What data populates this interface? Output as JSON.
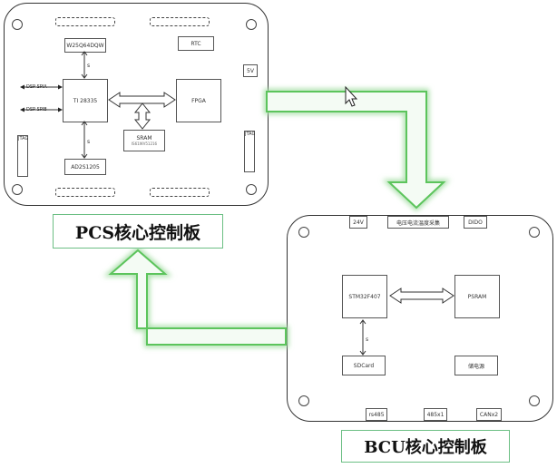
{
  "pcs_board": {
    "title": "PCS核心控制板",
    "chips": {
      "top_left": "W25Q64DQW",
      "top_right": "RTC",
      "dsp": "TI 28335",
      "fpga": "FPGA",
      "sram": "SRAM",
      "sram_sub": "IS61WV51216",
      "ad": "AD2S1205",
      "v5": "5V"
    },
    "dsp_spi_a": "DSP SPIA",
    "dsp_spi_b": "DSP SPIB",
    "jtag_left": "JTAG",
    "jtag_right": "JTAG"
  },
  "bcu_board": {
    "title": "BCU核心控制板",
    "chips": {
      "v24": "24V",
      "sense": "电压电流温度采集",
      "dido": "DIDO",
      "stm": "STM32F407",
      "psram": "PSRAM",
      "sdcard": "SDCard",
      "storage": "储电源",
      "rs485": "rs485",
      "can1": "485x1",
      "can2": "CANx2"
    }
  },
  "colors": {
    "arrow_green": "#5cc45c",
    "arrow_fill": "#f4fbf4",
    "title_border": "#6cbf84"
  }
}
